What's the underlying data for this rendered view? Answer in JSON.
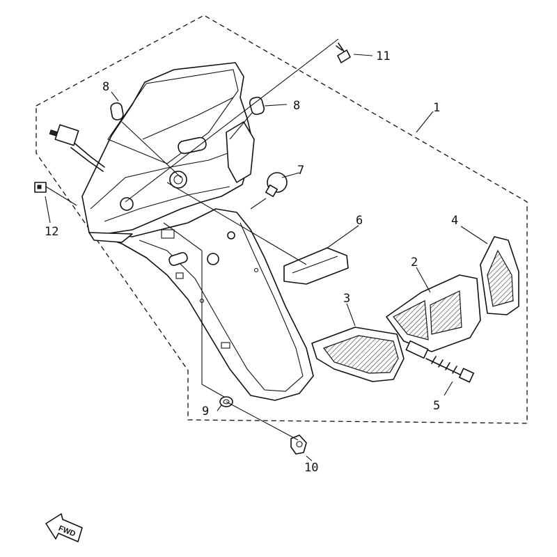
{
  "diagram": {
    "callouts": [
      {
        "id": "c1",
        "label": "1"
      },
      {
        "id": "c2",
        "label": "2"
      },
      {
        "id": "c3",
        "label": "3"
      },
      {
        "id": "c4",
        "label": "4"
      },
      {
        "id": "c5",
        "label": "5"
      },
      {
        "id": "c6",
        "label": "6"
      },
      {
        "id": "c7",
        "label": "7"
      },
      {
        "id": "c8a",
        "label": "8"
      },
      {
        "id": "c8b",
        "label": "8"
      },
      {
        "id": "c9",
        "label": "9"
      },
      {
        "id": "c10",
        "label": "10"
      },
      {
        "id": "c11",
        "label": "11"
      },
      {
        "id": "c12",
        "label": "12"
      }
    ],
    "fwd_label": "FWD"
  }
}
